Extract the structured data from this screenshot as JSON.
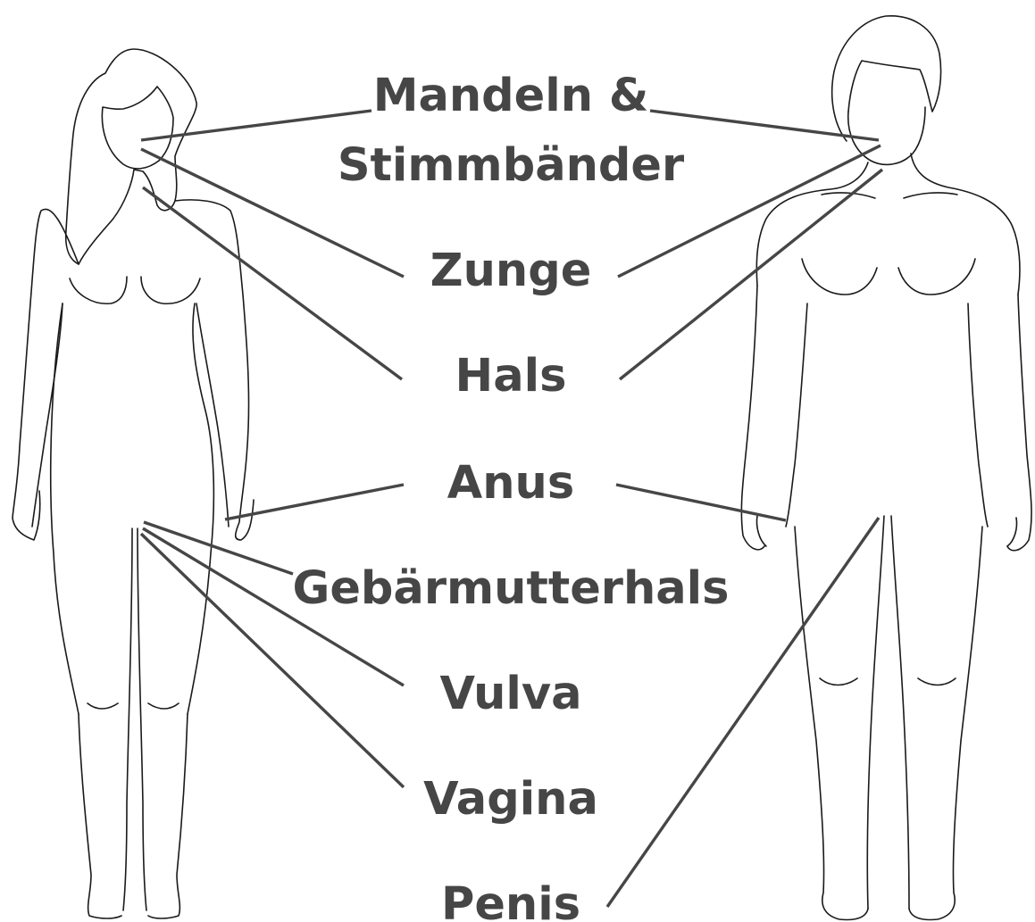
{
  "labels": {
    "mandeln_line1": "Mandeln &",
    "mandeln_line2": "Stimmbänder",
    "zunge": "Zunge",
    "hals": "Hals",
    "anus": "Anus",
    "gebaermutterhals": "Gebärmutterhals",
    "vulva": "Vulva",
    "vagina": "Vagina",
    "penis": "Penis"
  },
  "colors": {
    "label_text": "#464646",
    "leader_line": "#464646",
    "outline": "#1a1a1a",
    "background": "#ffffff"
  },
  "figures": [
    "female-body-outline",
    "male-body-outline"
  ]
}
